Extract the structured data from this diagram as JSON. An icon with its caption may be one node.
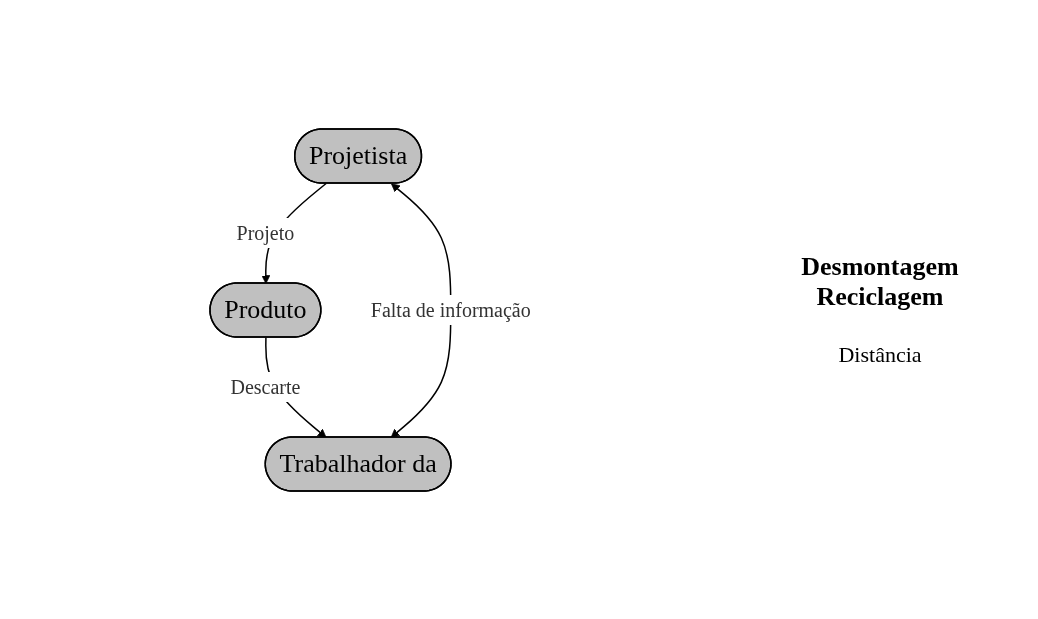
{
  "diagram": {
    "nodes": [
      {
        "text": [
          "Produto"
        ]
      },
      {
        "text": [
          "Projetista"
        ]
      },
      {
        "text": [
          "Trabalhador da"
        ]
      }
    ],
    "edges": [
      {
        "from": 1,
        "to": 0,
        "arrow": "to",
        "label": "Projeto"
      },
      {
        "from": 0,
        "to": 2,
        "arrow": "to",
        "label": "Descarte"
      },
      {
        "from": 1,
        "to": 2,
        "arrow": "both",
        "label": "Falta de informação"
      }
    ],
    "labels": [
      "Desmontagem Reciclagem",
      "Distância"
    ]
  }
}
